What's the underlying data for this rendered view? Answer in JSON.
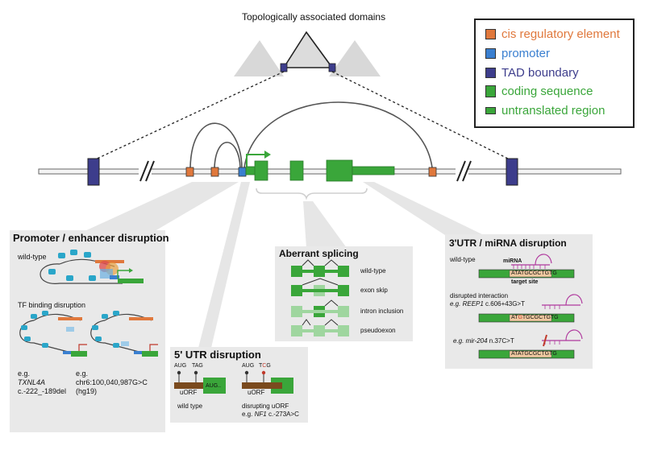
{
  "tad": {
    "title": "Topologically associated domains"
  },
  "legend": {
    "items": [
      {
        "label": "cis regulatory element",
        "color": "#e0783c",
        "text_color": "#e0783c"
      },
      {
        "label": "promoter",
        "color": "#3a7fd0",
        "text_color": "#3a7fd0"
      },
      {
        "label": "TAD boundary",
        "color": "#3d3d8c",
        "text_color": "#3d3d8c"
      },
      {
        "label": "coding sequence",
        "color": "#3aa63a",
        "text_color": "#3aa63a"
      },
      {
        "label": "untranslated region",
        "color": "#3aa63a",
        "text_color": "#3aa63a"
      }
    ]
  },
  "promoter_panel": {
    "title": "Promoter / enhancer disruption",
    "wild_type": "wild-type",
    "tf_binding": "TF binding disruption",
    "eg1_prefix": "e.g.",
    "eg1_gene": "TXNL4A",
    "eg1_variant": "c.-222_-189del",
    "eg2_prefix": "e.g.",
    "eg2_variant": "chr6:100,040,987G>C",
    "eg2_build": "(hg19)"
  },
  "utr5_panel": {
    "title": "5' UTR disruption",
    "aug": "AUG",
    "tag": "TAG",
    "uorf": "uORF",
    "aug_dots": "AUG..",
    "aug2": "AUG",
    "tcg_t": "T",
    "tcg_c": "C",
    "tcg_g": "G",
    "uorf2": "uORF",
    "wild_type": "wild type",
    "disrupting": "disrupting uORF",
    "eg_prefix": "e.g.",
    "eg_gene": "NF1",
    "eg_variant": "c.-273A>C"
  },
  "splicing_panel": {
    "title": "Aberrant splicing",
    "rows": [
      "wild-type",
      "exon skip",
      "intron inclusion",
      "pseudoexon"
    ]
  },
  "utr3_panel": {
    "title": "3'UTR / miRNA disruption",
    "wild_type": "wild-type",
    "mirna": "miRNA",
    "target_site": "target site",
    "seq1": "ATATGCGCTGTG",
    "disrupted": "disrupted interaction",
    "eg1_prefix": "e.g.",
    "eg1_gene": "REEP1",
    "eg1_variant": "c.606+43G>T",
    "seq2_a": "AT",
    "seq2_b": "G",
    "seq2_c": "TGCGCTGTG",
    "eg2_prefix": "e.g.",
    "eg2_gene": "mir-204",
    "eg2_variant": "n.37C>T",
    "seq3": "ATATGCGCTGTG"
  }
}
